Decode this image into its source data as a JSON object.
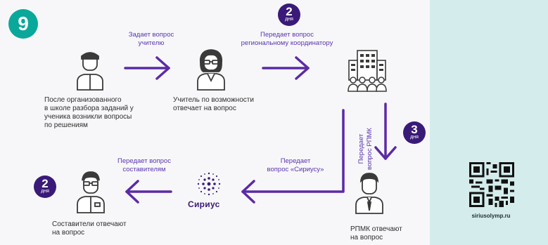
{
  "step_number": "9",
  "badges": [
    {
      "number": "2",
      "unit": "дня"
    },
    {
      "number": "3",
      "unit": "дня"
    },
    {
      "number": "2",
      "unit": "дня"
    }
  ],
  "arrow_labels": {
    "ask_teacher": "Задает вопрос\nучителю",
    "to_regional": "Передает вопрос\nрегиональному координатору",
    "rpmk": "Передает\nвопрос РПМК",
    "to_sirius": "Передает\nвопрос «Сириусу»",
    "to_authors": "Передает вопрос\nсоставителям"
  },
  "descriptions": {
    "student": "После организованного\nв школе разбора заданий у\nученика возникли вопросы\nпо решениям",
    "teacher": "Учитель по возможности\nотвечает на вопрос",
    "rpmk": "РПМК отвечают\nна вопрос",
    "authors": "Составители отвечают\nна вопрос"
  },
  "sirius_label": "Сириус",
  "website": "siriusolymp.ru",
  "colors": {
    "accent": "#3a1a78",
    "arrow": "#5b2aa6",
    "teal": "#0aa89a",
    "sidebar": "#d4ecec"
  },
  "icons": [
    "student-icon",
    "teacher-icon",
    "building-icon",
    "rpmk-person-icon",
    "sirius-logo-icon",
    "authors-icon",
    "qr-code-icon"
  ]
}
